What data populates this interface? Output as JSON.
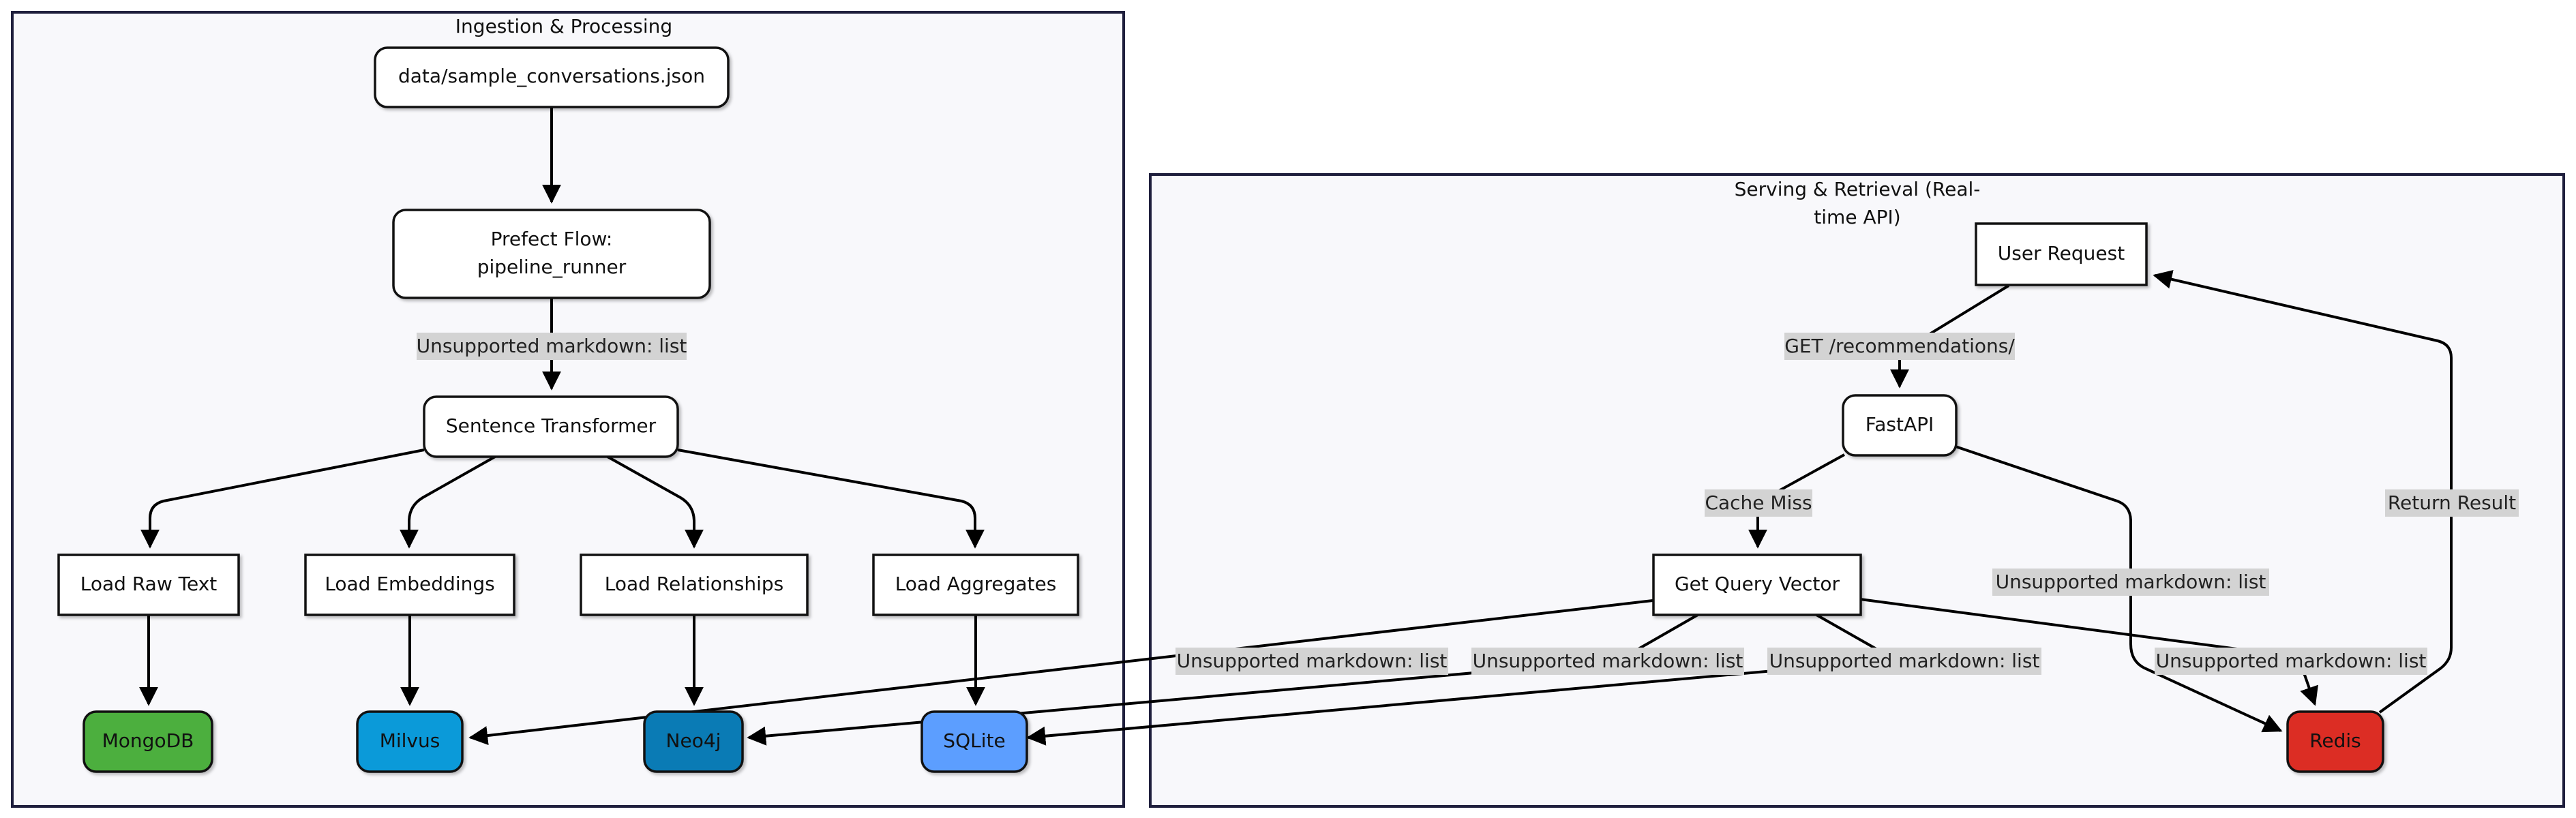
{
  "clusters": {
    "ingestion": {
      "title": "Ingestion & Processing"
    },
    "serving": {
      "title_line1": "Serving & Retrieval (Real-",
      "title_line2": "time API)"
    }
  },
  "nodes": {
    "json_file": "data/sample_conversations.json",
    "prefect_line1": "Prefect Flow:",
    "prefect_line2": "pipeline_runner",
    "sentence_transformer": "Sentence Transformer",
    "load_raw_text": "Load Raw Text",
    "load_embeddings": "Load Embeddings",
    "load_relationships": "Load Relationships",
    "load_aggregates": "Load Aggregates",
    "mongodb": "MongoDB",
    "milvus": "Milvus",
    "neo4j": "Neo4j",
    "sqlite": "SQLite",
    "user_request": "User Request",
    "fastapi": "FastAPI",
    "get_query_vector": "Get Query Vector",
    "redis": "Redis"
  },
  "edge_labels": {
    "prefect_to_st": "Unsupported markdown: list",
    "get_recommendations": "GET /recommendations/",
    "cache_miss": "Cache Miss",
    "fastapi_to_redis": "Unsupported markdown: list",
    "return_result": "Return Result",
    "gqv_to_milvus": "Unsupported markdown: list",
    "gqv_to_neo4j": "Unsupported markdown: list",
    "gqv_to_sqlite": "Unsupported markdown: list",
    "gqv_to_redis": "Unsupported markdown: list"
  },
  "colors": {
    "node_fill": "#ffffff",
    "mongodb": "#4caf3e",
    "milvus": "#0b9ad9",
    "neo4j": "#0a7bb5",
    "sqlite": "#5c9eff",
    "redis": "#dc2d24",
    "cluster_fill": "#f8f8fb",
    "edge_label_bg": "#d3d3d3"
  }
}
